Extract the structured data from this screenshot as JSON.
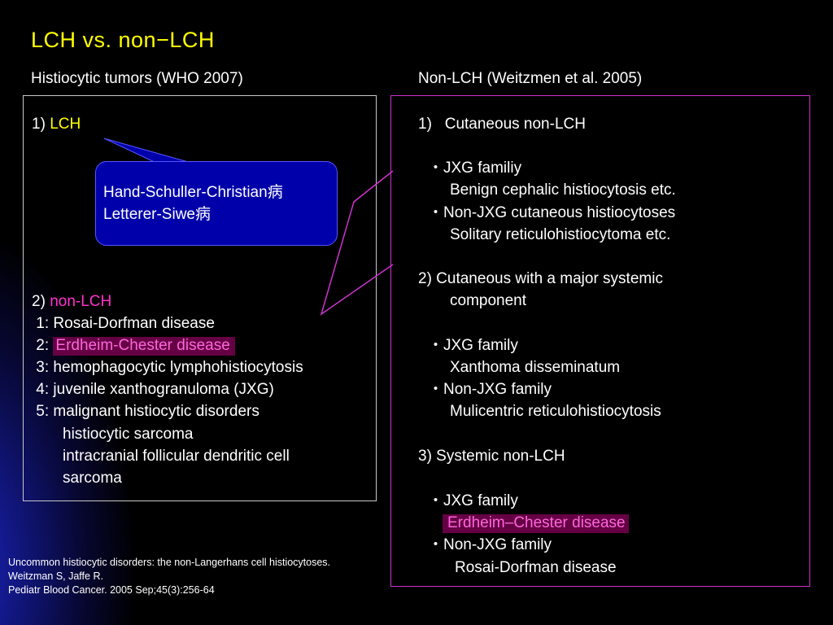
{
  "title": "LCH vs. non−LCH",
  "left": {
    "heading": "Histiocytic tumors (WHO 2007)",
    "item1_num": "1) ",
    "item1_label": "LCH",
    "callout": [
      "Hand-Schuller-Christian病",
      "Letterer-Siwe病"
    ],
    "item2_num": "2) ",
    "item2_label": "non-LCH",
    "list": {
      "i1": " 1: Rosai-Dorfman disease",
      "i2_num": " 2: ",
      "i2_label": "Erdheim-Chester disease",
      "i3": " 3: hemophagocytic lymphohistiocytosis",
      "i4": " 4: juvenile xanthogranuloma (JXG)",
      "i5": " 5: malignant histiocytic disorders",
      "i5a": "histiocytic sarcoma",
      "i5b": "intracranial follicular dendritic cell",
      "i5c": "sarcoma"
    }
  },
  "right": {
    "heading": "Non-LCH (Weitzmen et al. 2005)",
    "s1": "1)   Cutaneous non-LCH",
    "s1_b1": "・JXG familiy",
    "s1_b1_sub": "Benign cephalic histiocytosis etc.",
    "s1_b2": "・Non-JXG cutaneous histiocytoses",
    "s1_b2_sub": "Solitary reticulohistiocytoma etc.",
    "s2": "2) Cutaneous with a major systemic",
    "s2_cont": "component",
    "s2_b1": "・JXG family",
    "s2_b1_sub": "Xanthoma disseminatum",
    "s2_b2": "・Non-JXG family",
    "s2_b2_sub": "Mulicentric reticulohistiocytosis",
    "s3": "3) Systemic non-LCH",
    "s3_b1": "・JXG family",
    "s3_b1_sub": "Erdheim–Chester disease",
    "s3_b2": "・Non-JXG family",
    "s3_b2_sub": "Rosai-Dorfman disease"
  },
  "reference": [
    "Uncommon histiocytic disorders: the non-Langerhans cell histiocytoses.",
    "Weitzman S, Jaffe R.",
    "Pediatr Blood Cancer. 2005 Sep;45(3):256-64"
  ],
  "colors": {
    "title": "#ffff00",
    "accent_pink": "#ff33cc",
    "callout_fill": "#0000aa",
    "highlight_bg": "#660044"
  }
}
